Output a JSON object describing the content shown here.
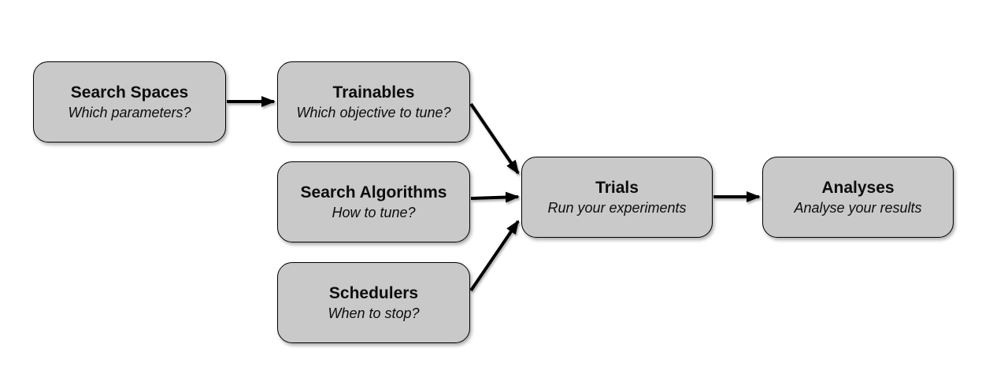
{
  "diagram": {
    "background_color": "#ffffff",
    "node_fill_color": "#c9c9c9",
    "node_border_color": "#000000",
    "arrow_color": "#000000",
    "text_color": "#0d0d0d"
  },
  "nodes": [
    {
      "id": "search-spaces",
      "title": "Search Spaces",
      "subtitle": "Which parameters?"
    },
    {
      "id": "trainables",
      "title": "Trainables",
      "subtitle": "Which objective to tune?"
    },
    {
      "id": "search-algorithms",
      "title": "Search Algorithms",
      "subtitle": "How to tune?"
    },
    {
      "id": "schedulers",
      "title": "Schedulers",
      "subtitle": "When to stop?"
    },
    {
      "id": "trials",
      "title": "Trials",
      "subtitle": "Run your experiments"
    },
    {
      "id": "analyses",
      "title": "Analyses",
      "subtitle": "Analyse your results"
    }
  ],
  "edges": [
    {
      "from": "search-spaces",
      "to": "trainables"
    },
    {
      "from": "trainables",
      "to": "trials"
    },
    {
      "from": "search-algorithms",
      "to": "trials"
    },
    {
      "from": "schedulers",
      "to": "trials"
    },
    {
      "from": "trials",
      "to": "analyses"
    }
  ]
}
